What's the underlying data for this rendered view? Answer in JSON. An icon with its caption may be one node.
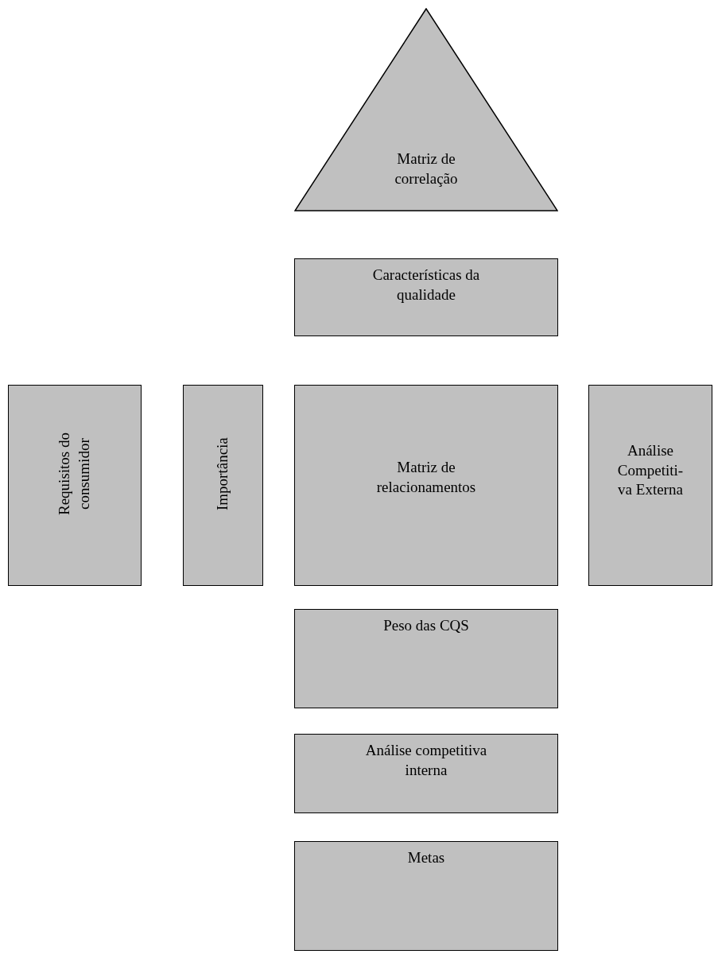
{
  "diagram": {
    "nodes": [
      {
        "text": [
          "Matriz de correlação"
        ]
      },
      {
        "text": [
          "Características da qualidade"
        ]
      },
      {
        "text": [
          "Requisitos do consumidor"
        ]
      },
      {
        "text": [
          "Importância"
        ]
      },
      {
        "text": [
          "Matriz de relacionamentos"
        ]
      },
      {
        "text": [
          "Análise Competiti- va Externa"
        ]
      },
      {
        "text": [
          "Peso das CQS"
        ]
      },
      {
        "text": [
          "Análise competitiva interna"
        ]
      },
      {
        "text": [
          "Metas"
        ]
      }
    ]
  }
}
